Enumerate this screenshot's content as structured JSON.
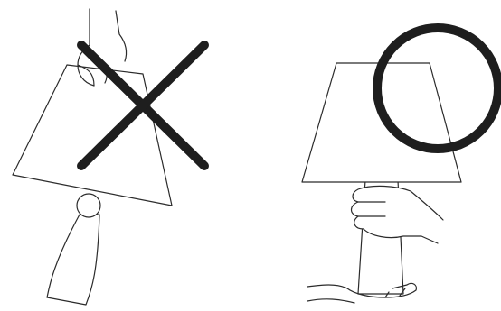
{
  "panels": [
    {
      "id": "wrong-way",
      "meaning": "incorrect",
      "icon": "cross-mark-icon"
    },
    {
      "id": "right-way",
      "meaning": "correct",
      "icon": "circle-mark-icon"
    }
  ],
  "colors": {
    "line": "#2b2b2b",
    "mark": "#1e1e1e",
    "background": "#ffffff"
  }
}
